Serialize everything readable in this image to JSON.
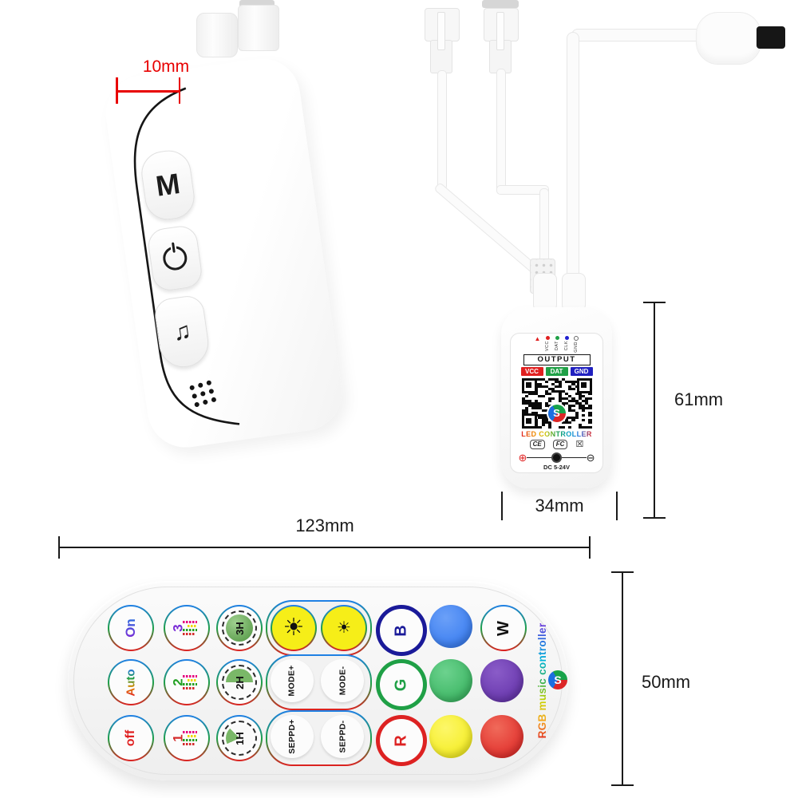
{
  "annotations": {
    "left_device_width": "10mm",
    "controller_height": "61mm",
    "controller_width": "34mm",
    "remote_width": "123mm",
    "remote_height": "50mm"
  },
  "left_device": {
    "mode_button_label": "M",
    "buttons": [
      "mode",
      "power",
      "music"
    ]
  },
  "mini_controller": {
    "pins": [
      "VCC",
      "DAT",
      "CLK",
      "GND"
    ],
    "output_label": "OUTPUT",
    "terminals": [
      {
        "label": "VCC",
        "color": "#e02020"
      },
      {
        "label": "DAT",
        "color": "#1fa046"
      },
      {
        "label": "GND",
        "color": "#2020c0"
      }
    ],
    "product_label": "LED CONTROLLER",
    "certs": [
      "CE",
      "FC"
    ],
    "power_rating": "DC 5-24V"
  },
  "remote": {
    "brand": "RGB music controller",
    "accent_ring": {
      "top": "#1f7fe8",
      "middle": "#1fa046",
      "bottom": "#e02020"
    },
    "rows": [
      {
        "buttons": [
          {
            "type": "text",
            "label": "On"
          },
          {
            "type": "music-mode",
            "label": "3"
          },
          {
            "type": "timer",
            "label": "3H"
          },
          {
            "type": "brightness-down"
          },
          {
            "type": "brightness-up"
          },
          {
            "type": "letter",
            "label": "B",
            "color": "#1a1a99"
          },
          {
            "type": "solid-color",
            "color": "#2d74ee"
          },
          {
            "type": "letter",
            "label": "W",
            "color": "#111111"
          }
        ]
      },
      {
        "buttons": [
          {
            "type": "text",
            "label": "Auto"
          },
          {
            "type": "music-mode",
            "label": "2"
          },
          {
            "type": "timer",
            "label": "2H"
          },
          {
            "type": "text",
            "label": "MODE+"
          },
          {
            "type": "text",
            "label": "MODE-"
          },
          {
            "type": "letter",
            "label": "G",
            "color": "#1fa046"
          },
          {
            "type": "solid-color",
            "color": "#2fae57"
          },
          {
            "type": "solid-color",
            "color": "#5e2ca5"
          }
        ]
      },
      {
        "buttons": [
          {
            "type": "text",
            "label": "off"
          },
          {
            "type": "music-mode",
            "label": "1"
          },
          {
            "type": "timer",
            "label": "1H"
          },
          {
            "type": "text",
            "label": "SEPPD+"
          },
          {
            "type": "text",
            "label": "SEPPD-"
          },
          {
            "type": "letter",
            "label": "R",
            "color": "#dd2222"
          },
          {
            "type": "solid-color",
            "color": "#f2ea10"
          },
          {
            "type": "solid-color",
            "color": "#dd1f1f"
          }
        ]
      }
    ]
  }
}
